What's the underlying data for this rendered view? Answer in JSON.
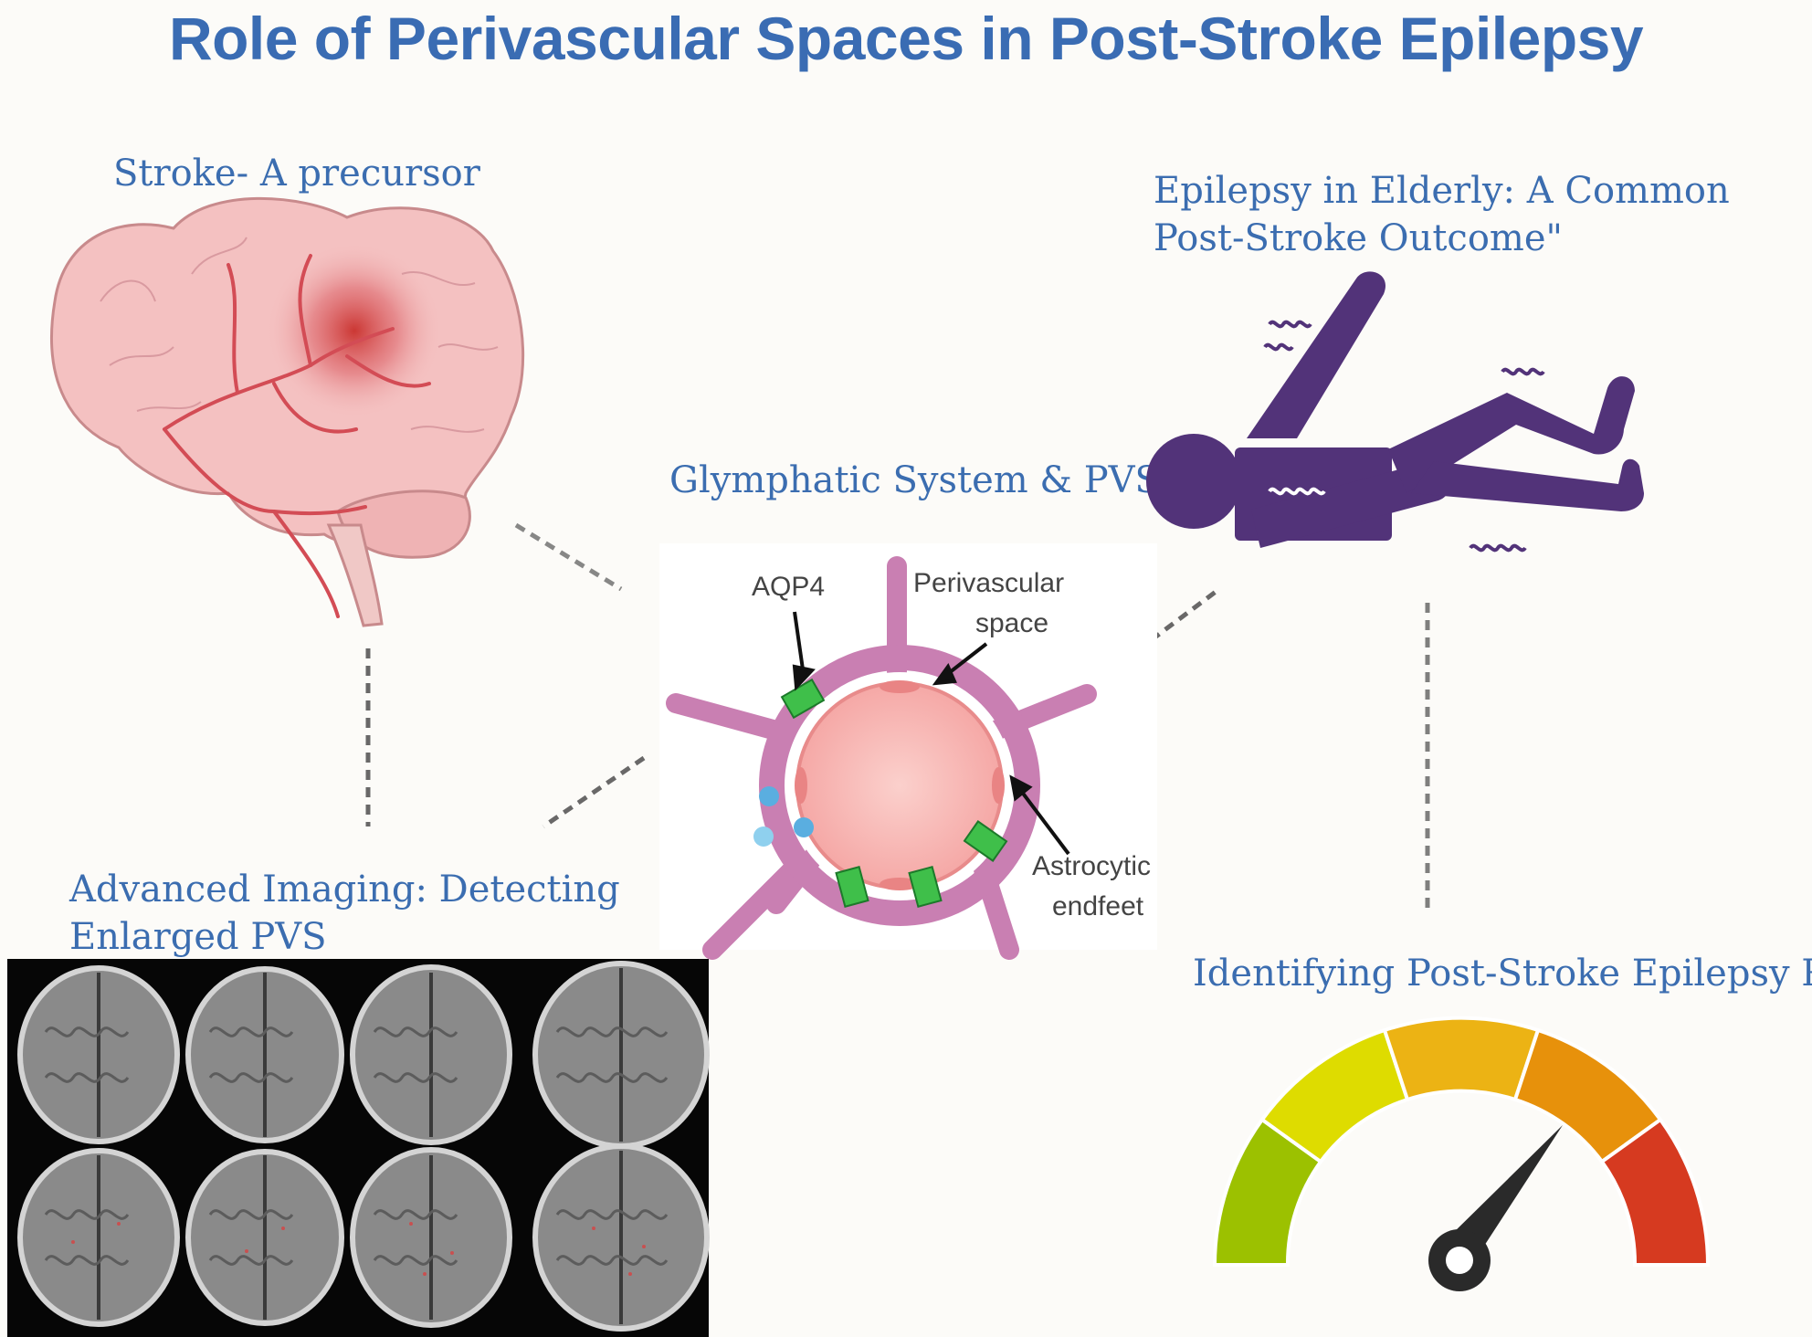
{
  "title": "Role of Perivascular Spaces in Post-Stroke Epilepsy",
  "nodes": {
    "stroke": {
      "label": "Stroke- A precursor"
    },
    "epilepsy": {
      "label_line1": "Epilepsy in Elderly: A Common",
      "label_line2": "Post-Stroke Outcome\""
    },
    "glymphatic": {
      "label": "Glymphatic System & PVS"
    },
    "imaging": {
      "label_line1": "Advanced Imaging: Detecting",
      "label_line2": "Enlarged PVS"
    },
    "risk": {
      "label": "Identifying Post-Stroke Epilepsy Risk"
    }
  },
  "pvs_diagram": {
    "aqp4": "AQP4",
    "perivascular_line1": "Perivascular",
    "perivascular_line2": "space",
    "astro_line1": "Astrocytic",
    "astro_line2": "endfeet"
  },
  "colors": {
    "title": "#3a6cb3",
    "label": "#3b6db0",
    "brain": "#f2b8b8",
    "seizure_figure": "#523379",
    "gauge": [
      "#9cc100",
      "#dedc00",
      "#ecb314",
      "#e7910b",
      "#d63a20"
    ]
  }
}
